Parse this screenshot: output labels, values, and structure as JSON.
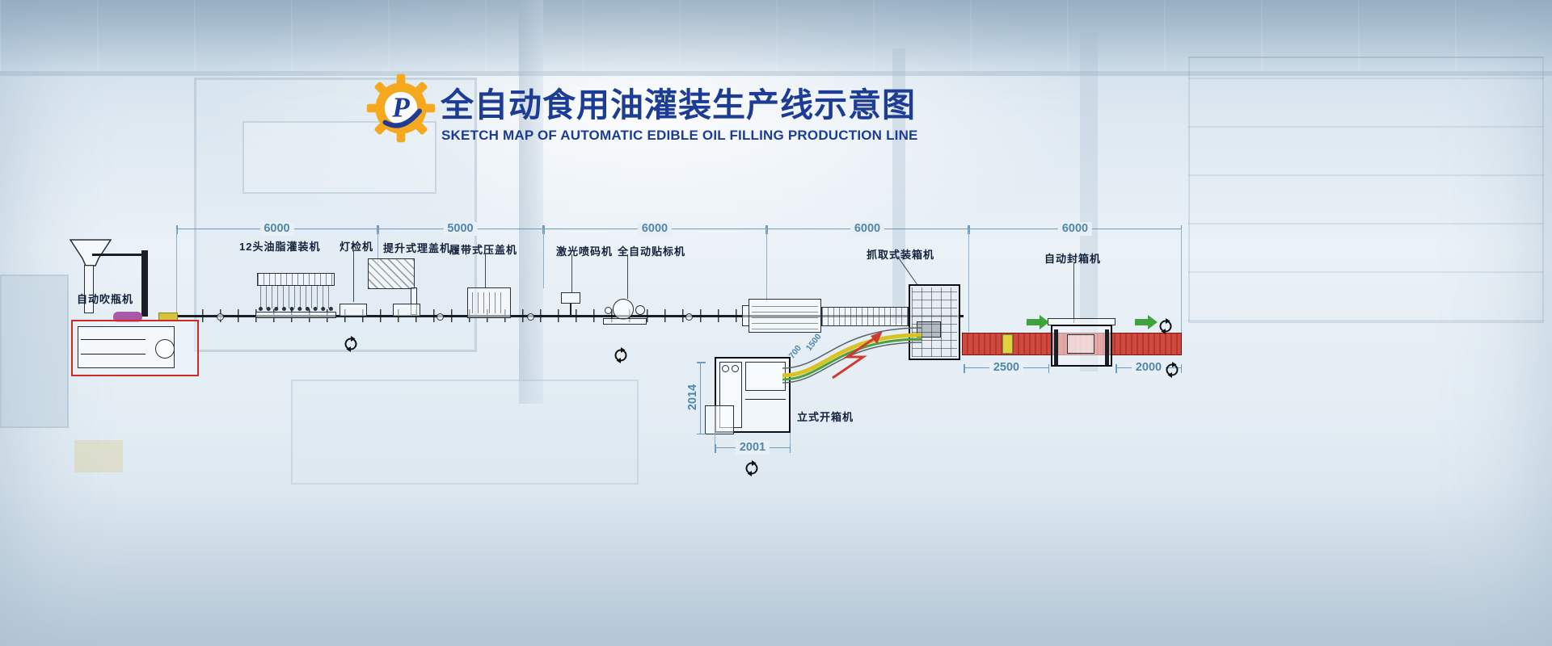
{
  "header": {
    "logo_letter": "P",
    "title_cn": "全自动食用油灌装生产线示意图",
    "title_en": "SKETCH MAP OF AUTOMATIC EDIBLE OIL FILLING PRODUCTION LINE"
  },
  "top_dimensions": [
    {
      "label": "6000"
    },
    {
      "label": "5000"
    },
    {
      "label": "6000"
    },
    {
      "label": "6000"
    },
    {
      "label": "6000"
    }
  ],
  "machines": {
    "bottle_blower": "自动吹瓶机",
    "filling_machine": "12头油脂灌装机",
    "light_inspector": "灯检机",
    "cap_elevator_sorter": "提升式理盖机",
    "track_capper": "履带式压盖机",
    "laser_coder": "激光喷码机",
    "auto_labeler": "全自动贴标机",
    "pick_case_packer": "抓取式装箱机",
    "auto_case_sealer": "自动封箱机",
    "vertical_case_opener": "立式开箱机"
  },
  "local_dimensions": {
    "packer_conveyor": "2500",
    "sealer_conveyor": "2000",
    "opener_depth": "2014",
    "opener_width": "2001",
    "curve_small": "700",
    "curve_large": "1500"
  },
  "colors": {
    "brand_blue": "#1d3c96",
    "brand_orange": "#f6a81f",
    "dimension_blue": "#4f87ae",
    "outline_red": "#cf2a25",
    "conveyor_red": "#c8392e",
    "arrow_green": "#3fa33b",
    "curve_yellow": "#d9c322",
    "curve_green": "#4ea23e"
  }
}
